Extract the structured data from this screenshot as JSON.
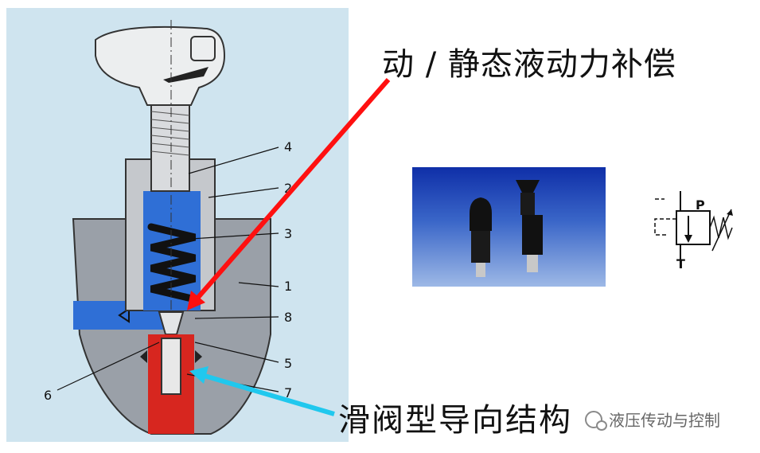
{
  "title": "动 / 静态液动力补偿",
  "subtitle": "滑阀型导向结构",
  "watermark": "液压传动与控制",
  "part_numbers": {
    "n1": "1",
    "n2": "2",
    "n3": "3",
    "n4": "4",
    "n5": "5",
    "n6": "6",
    "n7": "7",
    "n8": "8"
  },
  "symbol": {
    "port_p": "P",
    "port_t": "T"
  },
  "colors": {
    "background_panel": "#cfe4ef",
    "body_gray": "#9aa0a8",
    "fluid_blue": "#2f6fd6",
    "pressure_red": "#d7261f",
    "arrow_red": "#ff1010",
    "arrow_cyan": "#20c8ee"
  }
}
